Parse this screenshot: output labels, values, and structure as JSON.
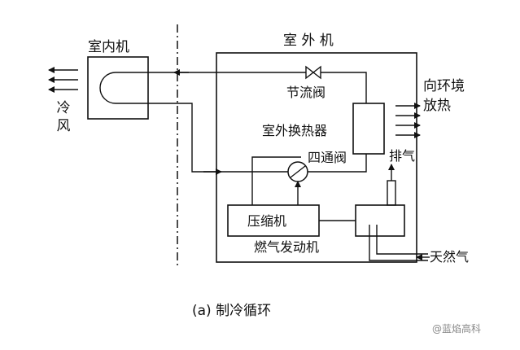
{
  "labels": {
    "indoor_unit": "室内机",
    "outdoor_unit": "室 外 机",
    "cold_air": "冷风",
    "heat_release_line1": "向环境",
    "heat_release_line2": "放热",
    "throttle_valve": "节流阀",
    "outdoor_heat_exchanger": "室外换热器",
    "four_way_valve": "四通阀",
    "exhaust": "排气",
    "compressor": "压缩机",
    "gas_engine": "燃气发动机",
    "natural_gas": "天然气",
    "caption": "(a)  制冷循环",
    "watermark": "@蓝焰高科"
  },
  "colors": {
    "line": "#111111",
    "background": "#ffffff",
    "watermark": "#888888"
  }
}
